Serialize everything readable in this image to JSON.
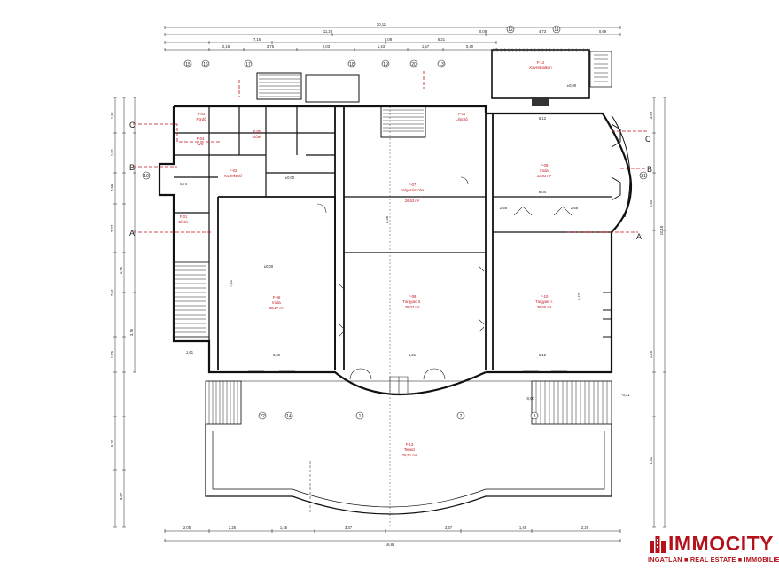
{
  "plan": {
    "dims_top_outer": [
      "20,11"
    ],
    "dims_top_row1": [
      "11,20",
      "0,08",
      "4,73",
      "0,69"
    ],
    "dims_top_row2": [
      "7,15",
      "0,08",
      "6,21"
    ],
    "dims_top_row3": [
      "2,18",
      "3,75",
      "2,03",
      "1,43",
      "1,57",
      "0,40"
    ],
    "dims_bottom_row1": [
      "2,05",
      "2,25",
      "1,45",
      "3,37",
      "3,37",
      "1,45",
      "2,25"
    ],
    "dims_bottom_outer": [
      "16,86"
    ],
    "dims_left": [
      "1,81",
      "1,81",
      "7,99",
      "2,27",
      "1,75",
      "7,01",
      "3,75",
      "1,75",
      "5,31",
      "3,37"
    ],
    "dims_right": [
      "3,59",
      "10,18",
      "2,50",
      "1,25",
      "5,31"
    ],
    "room_dims": [
      "6,12",
      "6,04",
      "2,56",
      "2,56",
      "5,42",
      "6,12",
      "7,41",
      "6,09",
      "6,21",
      "5,36",
      "1,61",
      "0,74"
    ],
    "axes": [
      "15",
      "16",
      "17",
      "18",
      "19",
      "20",
      "13",
      "12",
      "11",
      "10",
      "21",
      "22",
      "14",
      "1",
      "2",
      "3"
    ],
    "section_marks": [
      "C",
      "C",
      "B",
      "B",
      "A",
      "A"
    ],
    "levels": [
      "±0,00",
      "±0,00",
      "±0,00",
      "-0,21",
      "-0,60"
    ],
    "rooms": [
      {
        "code": "F-12",
        "name": "Kávéstpalkon",
        "area": ""
      },
      {
        "code": "F-03",
        "name": "Fürdő",
        "area": ""
      },
      {
        "code": "F-04",
        "name": "WC",
        "area": ""
      },
      {
        "code": "F-05",
        "name": "Előtér",
        "area": ""
      },
      {
        "code": "F-02",
        "name": "Közlekedő",
        "area": ""
      },
      {
        "code": "F-01",
        "name": "Előtér",
        "area": ""
      },
      {
        "code": "F-11",
        "name": "Lépcső",
        "area": ""
      },
      {
        "code": "F-07",
        "name": "Dolgozószoba",
        "area": "26,63 m²"
      },
      {
        "code": "F-06",
        "name": "Iroda",
        "area": "38,27 m²"
      },
      {
        "code": "F-08",
        "name": "Tárgyaló II.",
        "area": "38,07 m²"
      },
      {
        "code": "F-09",
        "name": "Iroda",
        "area": "33,93 m²"
      },
      {
        "code": "F-10",
        "name": "Tárgyaló I.",
        "area": "38,55 m²"
      },
      {
        "code": "F-13",
        "name": "Terasz",
        "area": "78,51 m²"
      }
    ]
  },
  "logo": {
    "brand": "IMMOCITY",
    "tagline": "INGATLAN ■ REAL ESTATE ■ IMMOBILIEN",
    "color": "#b3121b"
  }
}
